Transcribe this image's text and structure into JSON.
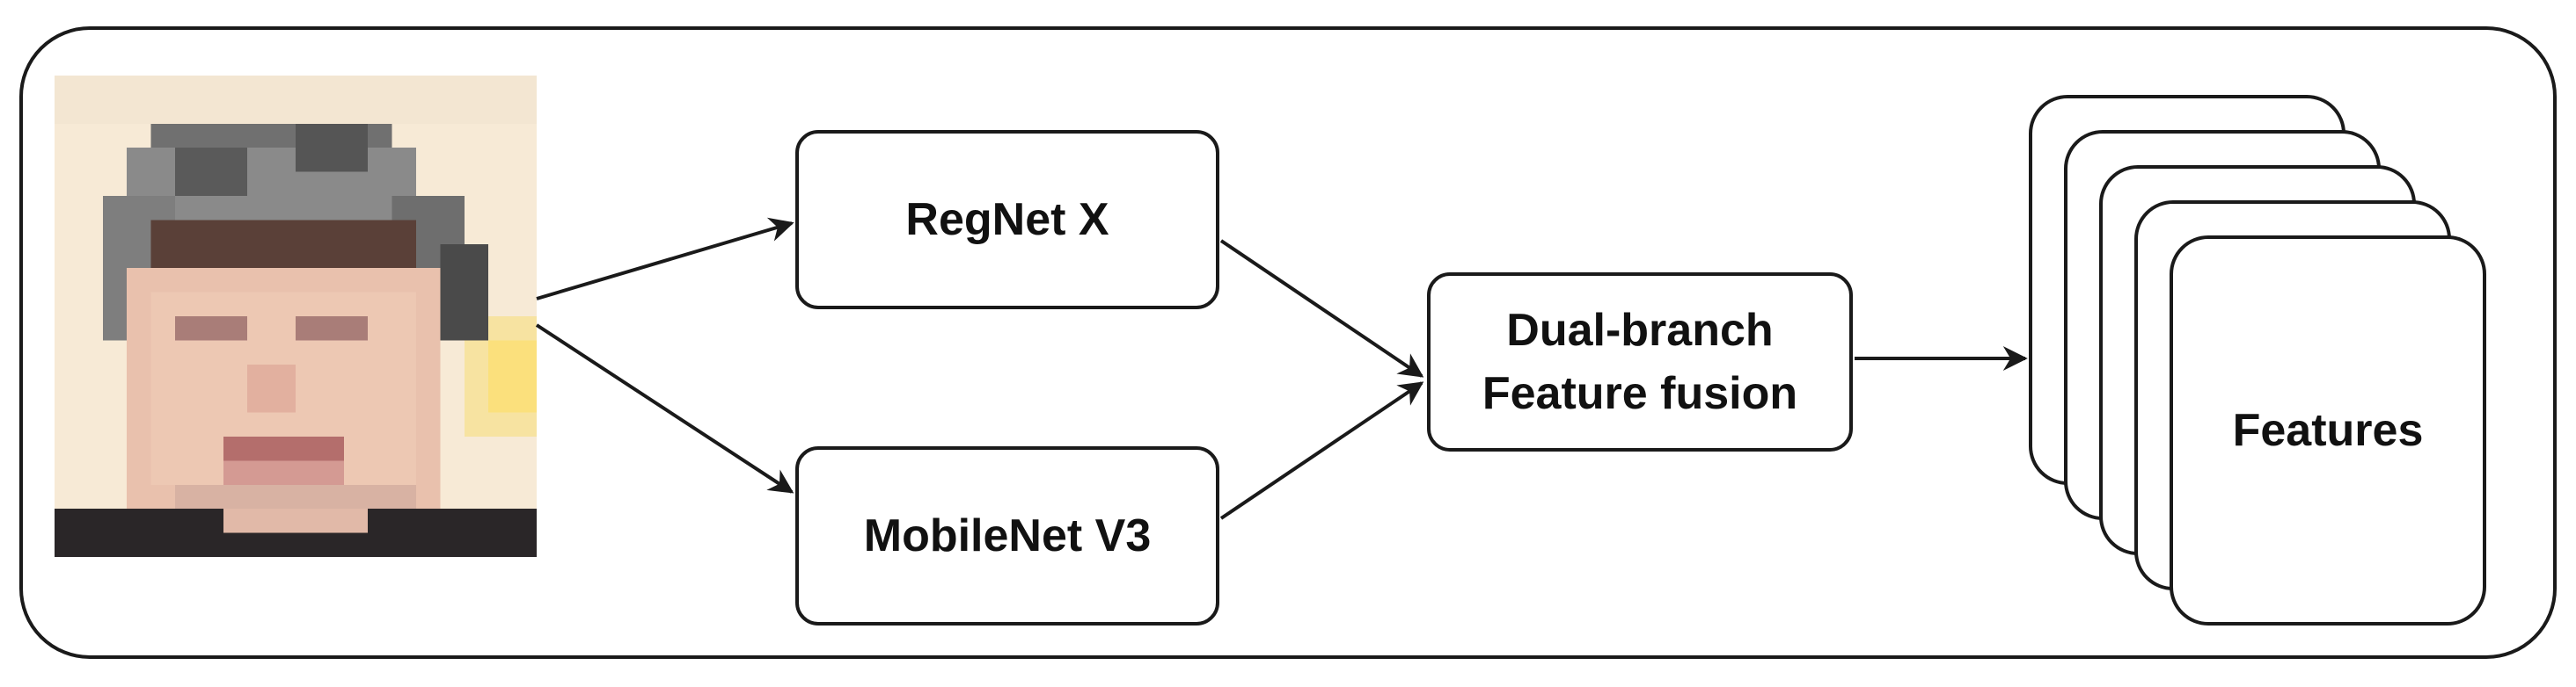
{
  "diagram": {
    "nodes": {
      "input_image": {
        "description": "pixelated face photo"
      },
      "regnet": {
        "label": "RegNet X"
      },
      "mobilenet": {
        "label": "MobileNet V3"
      },
      "fusion": {
        "label": "Dual-branch\nFeature fusion"
      },
      "features": {
        "label": "Features",
        "stack_count": 5
      }
    },
    "edges": [
      {
        "from": "input_image",
        "to": "regnet"
      },
      {
        "from": "input_image",
        "to": "mobilenet"
      },
      {
        "from": "regnet",
        "to": "fusion"
      },
      {
        "from": "mobilenet",
        "to": "fusion"
      },
      {
        "from": "fusion",
        "to": "features"
      }
    ],
    "colors": {
      "stroke": "#1a1a1a",
      "background": "#ffffff"
    }
  }
}
